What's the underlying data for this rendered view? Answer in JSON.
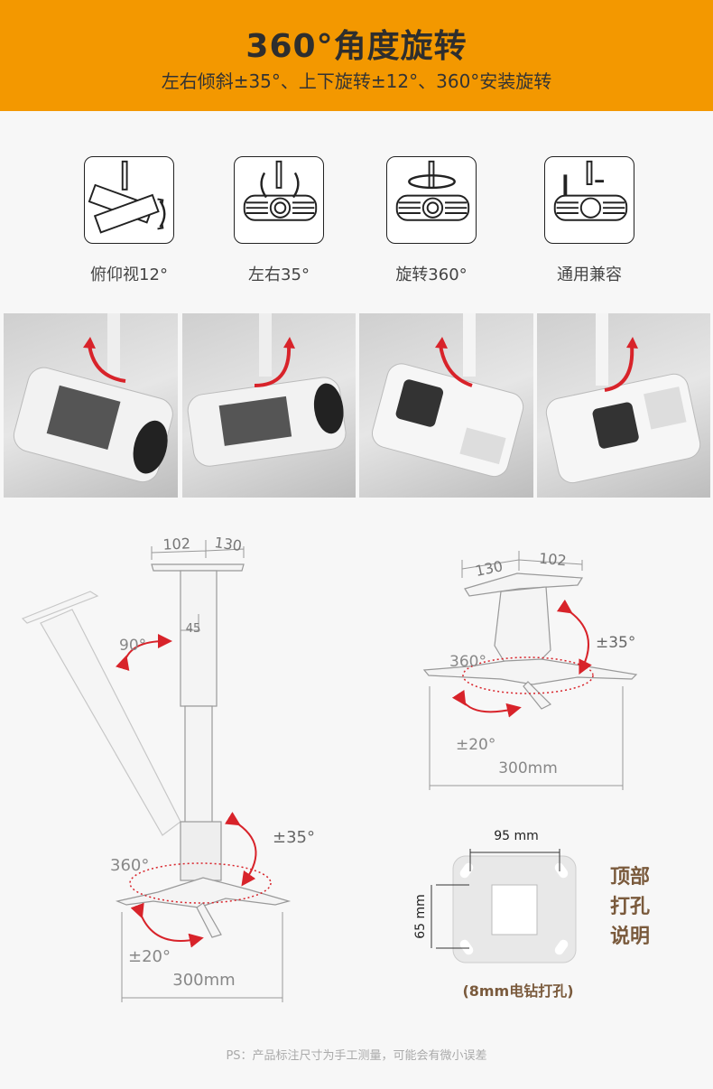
{
  "header": {
    "title": "360°角度旋转",
    "subtitle": "左右倾斜±35°、上下旋转±12°、360°安装旋转"
  },
  "features": [
    {
      "label": "俯仰视12°",
      "icon": "tilt-icon"
    },
    {
      "label": "左右35°",
      "icon": "swivel-icon"
    },
    {
      "label": "旋转360°",
      "icon": "rotate-icon"
    },
    {
      "label": "通用兼容",
      "icon": "compatible-icon"
    }
  ],
  "diagram_left": {
    "dim_a": "102",
    "dim_b": "130",
    "tube": "45",
    "angle_arm": "90°",
    "tilt": "±35°",
    "rotate": "360°",
    "swing": "±20°",
    "width": "300mm"
  },
  "diagram_right": {
    "dim_a": "130",
    "dim_b": "102",
    "tilt": "±35°",
    "rotate": "360°",
    "swing": "±20°",
    "width": "300mm"
  },
  "plate": {
    "width": "95 mm",
    "height": "65 mm",
    "title_lines": [
      "顶部",
      "打孔",
      "说明"
    ],
    "note": "(8mm电钻打孔)"
  },
  "footnote": "PS：产品标注尺寸为手工测量，可能会有微小误差",
  "colors": {
    "banner": "#f39800",
    "arrow": "#d8232a",
    "brown": "#7a5a3c"
  }
}
